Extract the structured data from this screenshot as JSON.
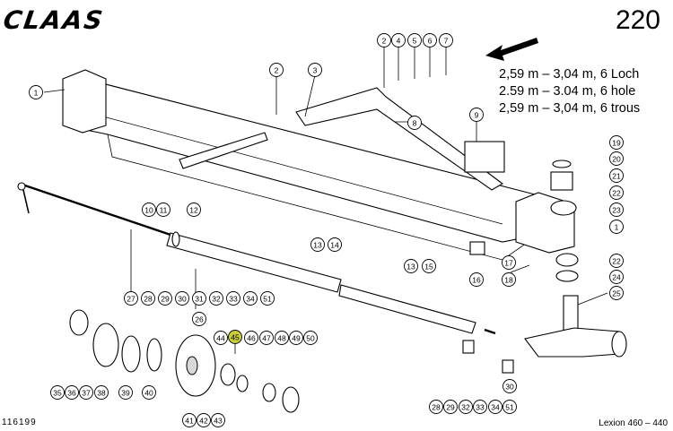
{
  "header": {
    "brand": "CLAAS",
    "page_number": "220"
  },
  "spec": {
    "lines": [
      "2,59 m – 3,04 m, 6 Loch",
      "2.59 m – 3.04 m, 6 hole",
      "2,59 m – 3,04 m, 6 trous"
    ]
  },
  "footer": {
    "doc_id": "116199",
    "model": "Lexion 460 – 440"
  },
  "highlight_color": "#c9cf3a",
  "callouts": [
    {
      "label": "1",
      "hl": false
    },
    {
      "label": "2",
      "hl": false
    },
    {
      "label": "3",
      "hl": false
    },
    {
      "label": "2",
      "hl": false
    },
    {
      "label": "4",
      "hl": false
    },
    {
      "label": "5",
      "hl": false
    },
    {
      "label": "6",
      "hl": false
    },
    {
      "label": "7",
      "hl": false
    },
    {
      "label": "8",
      "hl": false
    },
    {
      "label": "9",
      "hl": false
    },
    {
      "label": "10",
      "hl": false
    },
    {
      "label": "11",
      "hl": false
    },
    {
      "label": "12",
      "hl": false
    },
    {
      "label": "13",
      "hl": false
    },
    {
      "label": "14",
      "hl": false
    },
    {
      "label": "13",
      "hl": false
    },
    {
      "label": "15",
      "hl": false
    },
    {
      "label": "16",
      "hl": false
    },
    {
      "label": "17",
      "hl": false
    },
    {
      "label": "18",
      "hl": false
    },
    {
      "label": "19",
      "hl": false
    },
    {
      "label": "20",
      "hl": false
    },
    {
      "label": "21",
      "hl": false
    },
    {
      "label": "22",
      "hl": false
    },
    {
      "label": "23",
      "hl": false
    },
    {
      "label": "1",
      "hl": false
    },
    {
      "label": "22",
      "hl": false
    },
    {
      "label": "24",
      "hl": false
    },
    {
      "label": "25",
      "hl": false
    },
    {
      "label": "27",
      "hl": false
    },
    {
      "label": "28",
      "hl": false
    },
    {
      "label": "29",
      "hl": false
    },
    {
      "label": "30",
      "hl": false
    },
    {
      "label": "31",
      "hl": false
    },
    {
      "label": "32",
      "hl": false
    },
    {
      "label": "33",
      "hl": false
    },
    {
      "label": "34",
      "hl": false
    },
    {
      "label": "51",
      "hl": false
    },
    {
      "label": "26",
      "hl": false
    },
    {
      "label": "44",
      "hl": false
    },
    {
      "label": "45",
      "hl": true
    },
    {
      "label": "46",
      "hl": false
    },
    {
      "label": "47",
      "hl": false
    },
    {
      "label": "48",
      "hl": false
    },
    {
      "label": "49",
      "hl": false
    },
    {
      "label": "50",
      "hl": false
    },
    {
      "label": "35",
      "hl": false
    },
    {
      "label": "36",
      "hl": false
    },
    {
      "label": "37",
      "hl": false
    },
    {
      "label": "38",
      "hl": false
    },
    {
      "label": "39",
      "hl": false
    },
    {
      "label": "40",
      "hl": false
    },
    {
      "label": "41",
      "hl": false
    },
    {
      "label": "42",
      "hl": false
    },
    {
      "label": "43",
      "hl": false
    },
    {
      "label": "28",
      "hl": false
    },
    {
      "label": "29",
      "hl": false
    },
    {
      "label": "32",
      "hl": false
    },
    {
      "label": "33",
      "hl": false
    },
    {
      "label": "34",
      "hl": false
    },
    {
      "label": "30",
      "hl": false
    },
    {
      "label": "51",
      "hl": false
    }
  ]
}
